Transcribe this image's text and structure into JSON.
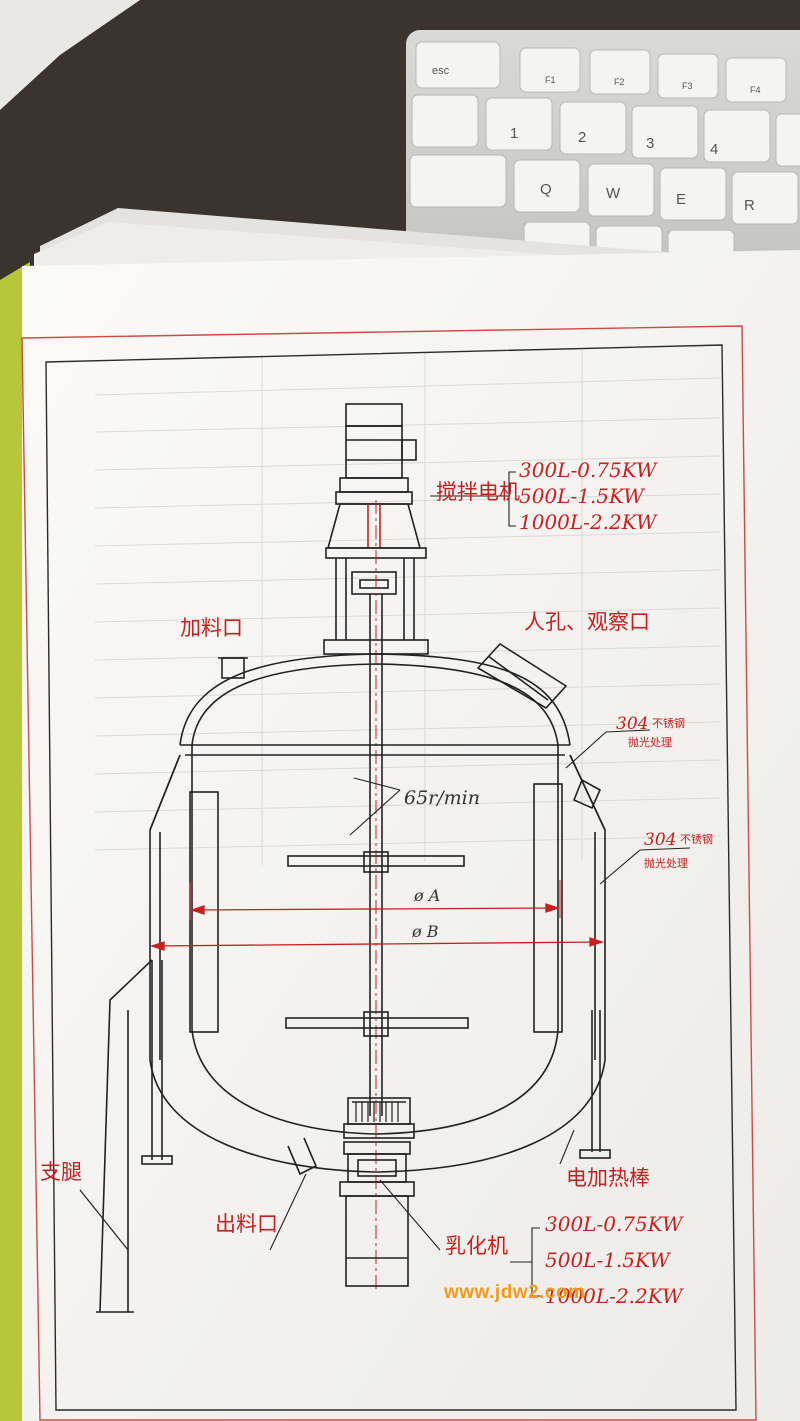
{
  "keyboard": {
    "keys": [
      "esc",
      "F1",
      "F2",
      "F3",
      "F4",
      "Q",
      "W",
      "E",
      "R",
      "1",
      "2",
      "3",
      "4"
    ]
  },
  "drawing": {
    "motor_label": "搅拌电机",
    "motor_specs": [
      "300L-0.75KW",
      "500L-1.5KW",
      "1000L-2.2KW"
    ],
    "feed_port": "加料口",
    "manhole": "人孔、观察口",
    "speed": "65r/min",
    "inner_material": "304",
    "inner_material_cn": "不锈钢",
    "inner_finish": "抛光处理",
    "outer_material": "304",
    "outer_material_cn": "不锈钢",
    "outer_finish": "抛光处理",
    "diam_a": "ø A",
    "diam_b": "ø B",
    "legs": "支腿",
    "outlet": "出料口",
    "heater": "电加热棒",
    "emulsifier_label": "乳化机",
    "emulsifier_specs": [
      "300L-0.75KW",
      "500L-1.5KW",
      "1000L-2.2KW"
    ]
  },
  "watermark": "www.jdw2.com",
  "colors": {
    "desk": "#3b332d",
    "paper": "#f7f6f4",
    "red_ink": "#c8201e",
    "line_ink": "#222",
    "watermark": "#f29a18"
  }
}
